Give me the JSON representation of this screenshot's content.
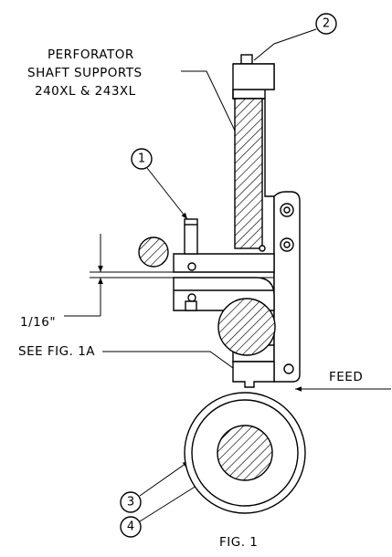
{
  "labels": {
    "perforator_line1": "PERFORATOR",
    "perforator_line2": "SHAFT SUPPORTS",
    "perforator_line3": "240XL & 243XL",
    "dimension": "1/16\"",
    "see_fig": "SEE FIG. 1A",
    "feed": "FEED",
    "figure": "FIG. 1"
  },
  "callouts": {
    "c1": "1",
    "c2": "2",
    "c3": "3",
    "c4": "4"
  }
}
